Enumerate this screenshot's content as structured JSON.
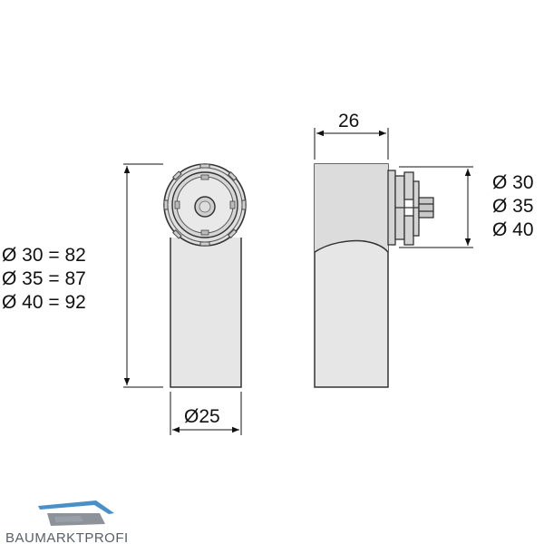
{
  "front_view": {
    "height_labels": [
      "Ø  30 = 82",
      "Ø  35 = 87",
      "Ø  40 = 92"
    ],
    "width_label": "Ø25"
  },
  "side_view": {
    "width_label": "26",
    "diameter_labels": [
      "Ø  30",
      "Ø  35",
      "Ø  40"
    ]
  },
  "logo": {
    "text": "BAUMARKTPROFI",
    "accent_color": "#4a90c8"
  },
  "colors": {
    "part_fill": "#e6e6e6",
    "part_stroke": "#333333"
  }
}
